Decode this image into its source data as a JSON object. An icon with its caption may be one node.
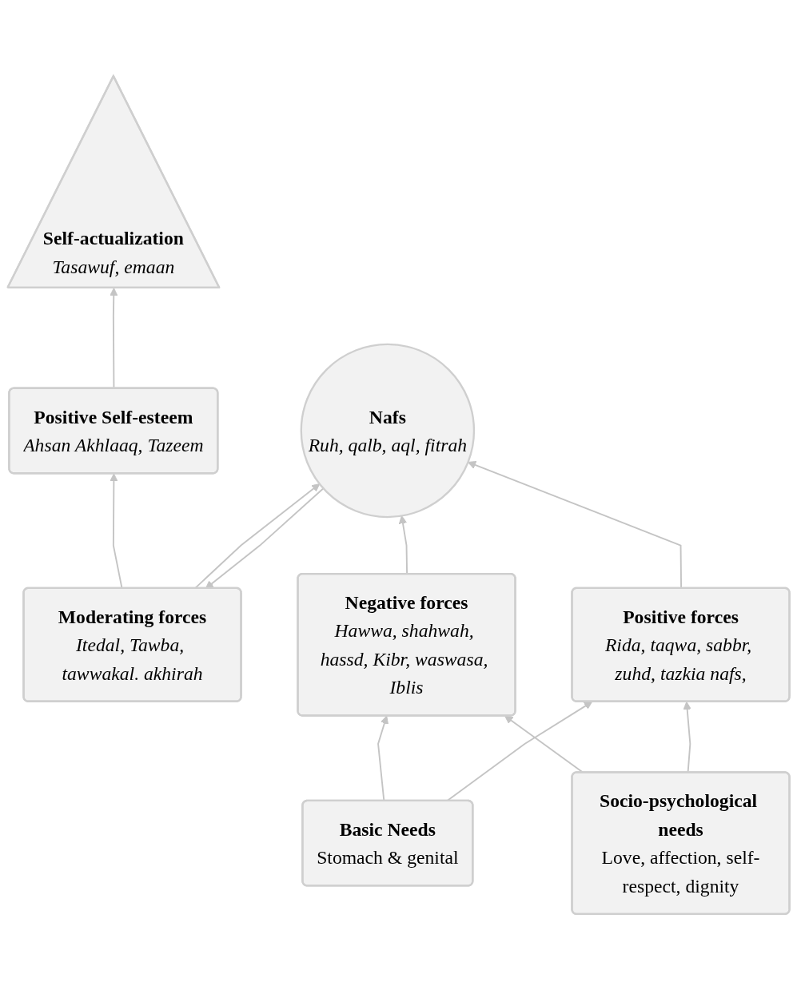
{
  "diagram": {
    "nodes": [
      {
        "text": [
          "Self-actualization",
          "Tasawuf, emaan"
        ]
      },
      {
        "text": [
          "Positive Self-esteem",
          "Ahsan Akhlaaq, Tazeem"
        ]
      },
      {
        "text": [
          "Moderating forces",
          "Itedal, Tawba, tawwakal. akhirah"
        ]
      },
      {
        "text": [
          "Negative forces",
          "Hawwa, shahwah, hassd, Kibr, waswasa, Iblis"
        ]
      },
      {
        "text": [
          "Nafs",
          "Ruh, qalb, aql, fitrah"
        ]
      },
      {
        "text": [
          "Positive forces",
          "Rida, taqwa, sabbr, zuhd, tazkia nafs,"
        ]
      },
      {
        "text": [
          "Basic Needs",
          "Stomach & genital"
        ]
      },
      {
        "text": [
          "Socio-psychological needs",
          "Love, affection, self-respect, dignity"
        ]
      }
    ],
    "edges": [
      {
        "from": 1,
        "to": 0,
        "arrow": "to"
      },
      {
        "from": 2,
        "to": 1,
        "arrow": "to"
      },
      {
        "from": 4,
        "to": 2,
        "arrow": "to"
      },
      {
        "from": 2,
        "to": 4,
        "arrow": "to"
      },
      {
        "from": 3,
        "to": 4,
        "arrow": "to"
      },
      {
        "from": 5,
        "to": 4,
        "arrow": "to"
      },
      {
        "from": 6,
        "to": 3,
        "arrow": "to"
      },
      {
        "from": 6,
        "to": 5,
        "arrow": "to"
      },
      {
        "from": 7,
        "to": 3,
        "arrow": "to"
      },
      {
        "from": 7,
        "to": 5,
        "arrow": "to"
      }
    ]
  }
}
